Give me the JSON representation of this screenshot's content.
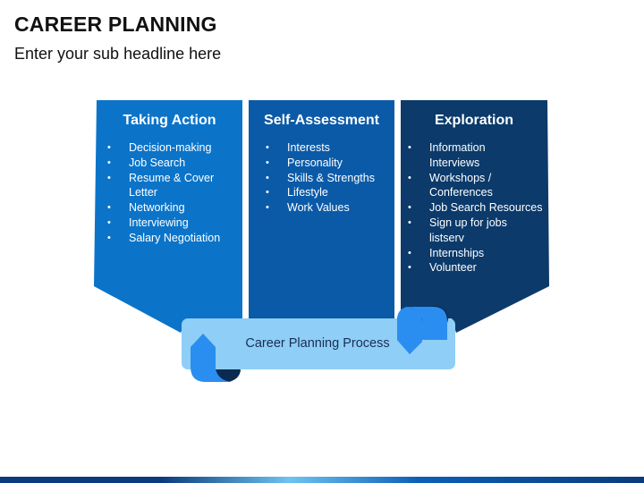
{
  "header": {
    "title": "CAREER PLANNING",
    "subtitle": "Enter your sub headline here"
  },
  "columns": [
    {
      "title": "Taking Action",
      "color": "#0b74c9",
      "items": [
        "Decision-making",
        "Job Search",
        "Resume & Cover Letter",
        "Networking",
        "Interviewing",
        "Salary Negotiation"
      ]
    },
    {
      "title": "Self-Assessment",
      "color": "#0b5aa8",
      "items": [
        "Interests",
        "Personality",
        "Skills & Strengths",
        "Lifestyle",
        "Work Values"
      ]
    },
    {
      "title": "Exploration",
      "color": "#0b3a6b",
      "items": [
        "Information Interviews",
        "Workshops / Conferences",
        "Job Search Resources",
        "Sign up for jobs listserv",
        "Internships",
        "Volunteer"
      ]
    }
  ],
  "banner": {
    "label": "Career Planning Process",
    "color": "#8fcef6"
  }
}
